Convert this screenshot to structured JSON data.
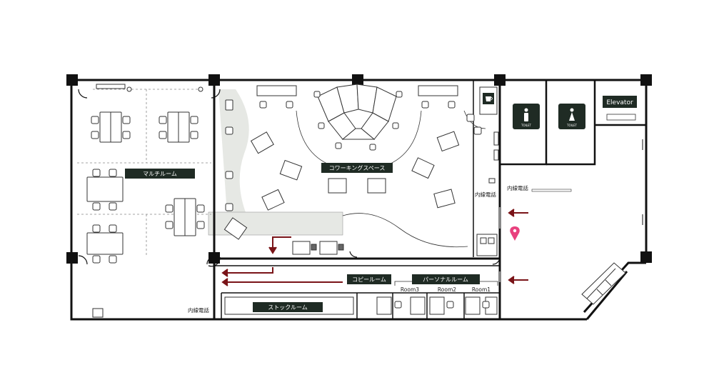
{
  "colors": {
    "wall": "#111111",
    "label_bg": "#1f2b24",
    "label_text": "#ffffff",
    "arrow": "#7a1418",
    "pin": "#e8417e",
    "gray_zone": "#e6e8e4",
    "furniture_stroke": "#333333"
  },
  "rooms": {
    "multi": "マルチルーム",
    "coworking": "コワーキングスペース",
    "copy": "コピールーム",
    "personal": "パーソナルルーム",
    "stock": "ストックルーム",
    "elevator": "Elevator",
    "room3": "Room3",
    "room2": "Room2",
    "room1": "Room1"
  },
  "phones": {
    "left": "内線電話",
    "center": "内線電話",
    "hall": "内線電話"
  },
  "toilets": {
    "left": "TOILET",
    "right": "TOILET"
  },
  "icons": {
    "coffee": "coffee-icon",
    "male": "male-toilet-icon",
    "female": "female-toilet-icon",
    "pin": "location-pin-icon"
  }
}
